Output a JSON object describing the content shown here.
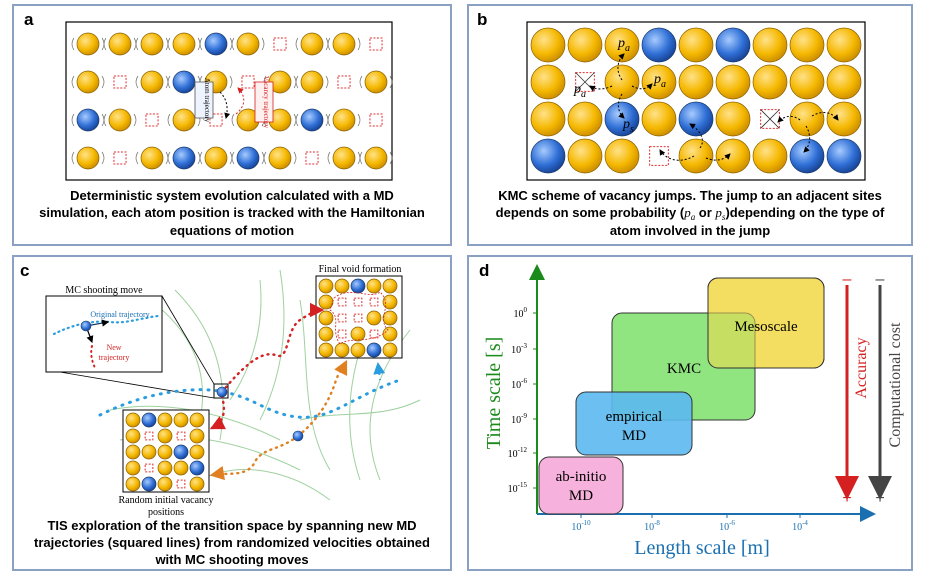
{
  "panels": {
    "a": {
      "label": "a",
      "caption_lines": [
        "Deterministic system evolution calculated with a MD",
        "simulation, each atom position is tracked with the Hamiltonian",
        "equations of motion"
      ],
      "atom_label": "Atom trajectory",
      "vacancy_label": "Vacancy trajectory"
    },
    "b": {
      "label": "b",
      "caption_lines": [
        "KMC scheme of vacancy jumps. The jump to an adjacent sites",
        "depends on some probability (p_a or p_s)depending on the type of",
        "atom involved in the jump"
      ],
      "pa": "p",
      "pa_sub": "a",
      "ps": "p",
      "ps_sub": "s"
    },
    "c": {
      "label": "c",
      "caption_lines": [
        "TIS exploration of the transition space by spanning new MD",
        "trajectories (squared lines) from randomized velocities obtained",
        "with MC shooting moves"
      ],
      "mc_title": "MC shooting move",
      "orig_traj": "Original trajectory",
      "new_traj_1": "New",
      "new_traj_2": "trajectory",
      "final_void": "Final void formation",
      "random_init_1": "Random initial vacancy",
      "random_init_2": "positions"
    },
    "d": {
      "label": "d",
      "ylabel": "Time scale [s]",
      "xlabel": "Length scale [m]",
      "y_ticks": [
        "10^0",
        "10^-3",
        "10^-6",
        "10^-9",
        "10^-12",
        "10^-15"
      ],
      "x_ticks": [
        "10^-10",
        "10^-8",
        "10^-6",
        "10^-4"
      ],
      "boxes": [
        "Mesoscale",
        "KMC",
        "empirical MD",
        "ab-initio MD"
      ],
      "accuracy": "Accuracy",
      "cost": "Computational cost",
      "minus": "–",
      "plus": "+"
    }
  },
  "colors": {
    "border": "#8ba1c4",
    "gold": "#f5b800",
    "blue": "#2f6fd6",
    "vac": "#e03030",
    "green_axis": "#1a8a1a",
    "blue_axis": "#1a6fb0",
    "traj_blue": "#2a9de0",
    "traj_red": "#d42020",
    "traj_orange": "#e08020"
  }
}
